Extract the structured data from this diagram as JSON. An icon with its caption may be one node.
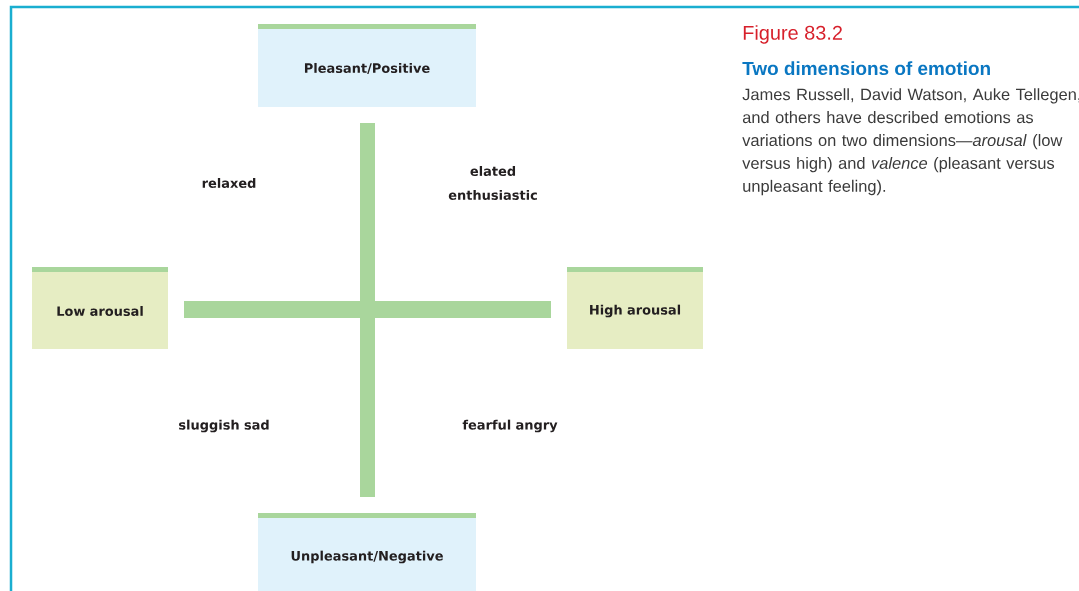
{
  "diagram": {
    "title": "Figure 83.2",
    "caption": "James Russell, David Watson, Auke Tellegen, and others have described emotions as variations on two dimensions—*arousal* (low versus high) and *valence* (pleasant versus unpleasant feeling).",
    "nodes": [
      {
        "text": [
          "Pleasant/Positive"
        ]
      },
      {
        "text": [
          "Low arousal"
        ]
      },
      {
        "text": [
          "High arousal"
        ]
      },
      {
        "text": [
          "Unpleasant/Negative"
        ]
      }
    ],
    "labels": [
      "Two dimensions of emotion",
      "relaxed",
      "elated enthusiastic",
      "sluggish sad",
      "fearful angry"
    ]
  }
}
